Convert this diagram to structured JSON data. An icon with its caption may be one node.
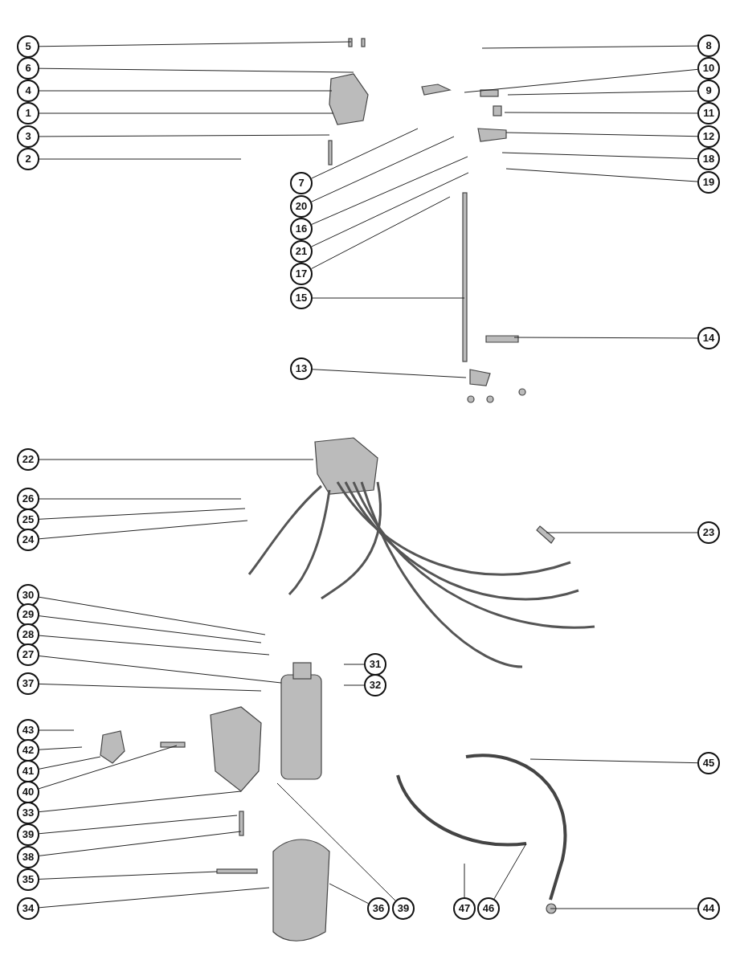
{
  "diagram": {
    "nodes": [
      {
        "text": [
          "5"
        ]
      },
      {
        "text": [
          "6"
        ]
      },
      {
        "text": [
          "4"
        ]
      },
      {
        "text": [
          "1"
        ]
      },
      {
        "text": [
          "3"
        ]
      },
      {
        "text": [
          "2"
        ]
      },
      {
        "text": [
          "8"
        ]
      },
      {
        "text": [
          "10"
        ]
      },
      {
        "text": [
          "9"
        ]
      },
      {
        "text": [
          "11"
        ]
      },
      {
        "text": [
          "12"
        ]
      },
      {
        "text": [
          "18"
        ]
      },
      {
        "text": [
          "19"
        ]
      },
      {
        "text": [
          "7"
        ]
      },
      {
        "text": [
          "20"
        ]
      },
      {
        "text": [
          "16"
        ]
      },
      {
        "text": [
          "21"
        ]
      },
      {
        "text": [
          "17"
        ]
      },
      {
        "text": [
          "15"
        ]
      },
      {
        "text": [
          "14"
        ]
      },
      {
        "text": [
          "13"
        ]
      },
      {
        "text": [
          "22"
        ]
      },
      {
        "text": [
          "26"
        ]
      },
      {
        "text": [
          "25"
        ]
      },
      {
        "text": [
          "24"
        ]
      },
      {
        "text": [
          "23"
        ]
      },
      {
        "text": [
          "30"
        ]
      },
      {
        "text": [
          "29"
        ]
      },
      {
        "text": [
          "28"
        ]
      },
      {
        "text": [
          "27"
        ]
      },
      {
        "text": [
          "31"
        ]
      },
      {
        "text": [
          "37"
        ]
      },
      {
        "text": [
          "32"
        ]
      },
      {
        "text": [
          "43"
        ]
      },
      {
        "text": [
          "42"
        ]
      },
      {
        "text": [
          "41"
        ]
      },
      {
        "text": [
          "45"
        ]
      },
      {
        "text": [
          "40"
        ]
      },
      {
        "text": [
          "33"
        ]
      },
      {
        "text": [
          "39"
        ]
      },
      {
        "text": [
          "38"
        ]
      },
      {
        "text": [
          "35"
        ]
      },
      {
        "text": [
          "34"
        ]
      },
      {
        "text": [
          "36"
        ]
      },
      {
        "text": [
          "39"
        ]
      },
      {
        "text": [
          "47"
        ]
      },
      {
        "text": [
          "46"
        ]
      },
      {
        "text": [
          "44"
        ]
      }
    ],
    "edges": [
      {
        "from": 0,
        "to": null,
        "arrow": "none"
      },
      {
        "from": 1,
        "to": null,
        "arrow": "none"
      },
      {
        "from": 2,
        "to": null,
        "arrow": "none"
      },
      {
        "from": 3,
        "to": null,
        "arrow": "none"
      },
      {
        "from": 4,
        "to": null,
        "arrow": "none"
      },
      {
        "from": 5,
        "to": null,
        "arrow": "none"
      },
      {
        "from": 6,
        "to": null,
        "arrow": "none"
      },
      {
        "from": 7,
        "to": null,
        "arrow": "none"
      },
      {
        "from": 8,
        "to": null,
        "arrow": "none"
      },
      {
        "from": 9,
        "to": null,
        "arrow": "none"
      },
      {
        "from": 10,
        "to": null,
        "arrow": "none"
      },
      {
        "from": 11,
        "to": null,
        "arrow": "none"
      },
      {
        "from": 12,
        "to": null,
        "arrow": "none"
      },
      {
        "from": 13,
        "to": null,
        "arrow": "none"
      },
      {
        "from": 14,
        "to": null,
        "arrow": "none"
      },
      {
        "from": 15,
        "to": null,
        "arrow": "none"
      },
      {
        "from": 16,
        "to": null,
        "arrow": "none"
      },
      {
        "from": 17,
        "to": null,
        "arrow": "none"
      },
      {
        "from": 18,
        "to": null,
        "arrow": "none"
      },
      {
        "from": 19,
        "to": null,
        "arrow": "none"
      },
      {
        "from": 20,
        "to": null,
        "arrow": "none"
      },
      {
        "from": 21,
        "to": null,
        "arrow": "none"
      },
      {
        "from": 22,
        "to": null,
        "arrow": "none"
      },
      {
        "from": 23,
        "to": null,
        "arrow": "none"
      },
      {
        "from": 24,
        "to": null,
        "arrow": "none"
      },
      {
        "from": 25,
        "to": null,
        "arrow": "none"
      },
      {
        "from": 26,
        "to": null,
        "arrow": "none"
      },
      {
        "from": 27,
        "to": null,
        "arrow": "none"
      },
      {
        "from": 28,
        "to": null,
        "arrow": "none"
      },
      {
        "from": 29,
        "to": null,
        "arrow": "none"
      },
      {
        "from": 30,
        "to": null,
        "arrow": "none"
      },
      {
        "from": 31,
        "to": null,
        "arrow": "none"
      },
      {
        "from": 32,
        "to": null,
        "arrow": "none"
      },
      {
        "from": 33,
        "to": null,
        "arrow": "none"
      },
      {
        "from": 34,
        "to": null,
        "arrow": "none"
      },
      {
        "from": 35,
        "to": null,
        "arrow": "none"
      },
      {
        "from": 36,
        "to": null,
        "arrow": "none"
      },
      {
        "from": 37,
        "to": null,
        "arrow": "none"
      },
      {
        "from": 38,
        "to": null,
        "arrow": "none"
      },
      {
        "from": 39,
        "to": null,
        "arrow": "none"
      },
      {
        "from": 40,
        "to": null,
        "arrow": "none"
      },
      {
        "from": 41,
        "to": null,
        "arrow": "none"
      },
      {
        "from": 42,
        "to": null,
        "arrow": "none"
      },
      {
        "from": 43,
        "to": null,
        "arrow": "none"
      },
      {
        "from": 44,
        "to": null,
        "arrow": "none"
      },
      {
        "from": 45,
        "to": null,
        "arrow": "none"
      },
      {
        "from": 46,
        "to": null,
        "arrow": "none"
      },
      {
        "from": 47,
        "to": null,
        "arrow": "none"
      }
    ]
  }
}
